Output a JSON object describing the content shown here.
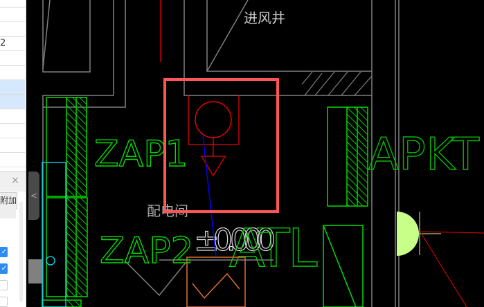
{
  "panel": {
    "rows": [
      "",
      "",
      "",
      "2",
      "",
      "",
      "",
      "",
      "",
      "",
      "",
      ""
    ],
    "selected_rows": [
      6,
      7
    ],
    "sub_panel": {
      "close_label": "×",
      "add_button": "附加",
      "checkboxes": [
        true,
        true,
        false,
        false
      ]
    },
    "collapse_label": "<"
  },
  "drawing": {
    "labels": {
      "zap1": "ZAP1",
      "zap2": "ZAP2",
      "apkt": "APKT",
      "room": "配电间",
      "shaft": "进风井",
      "elevation": "±0.000",
      "atl": [
        "A",
        "T",
        "L"
      ]
    },
    "colors": {
      "background": "#000000",
      "wall": "#808080",
      "equipment": "#00ff00",
      "selection": "#ff5555",
      "fixture": "#cc0000",
      "wire": "#0000ff",
      "cyan": "#00e5ff",
      "orange": "#e07030",
      "lamp": "#c8ff88"
    }
  }
}
